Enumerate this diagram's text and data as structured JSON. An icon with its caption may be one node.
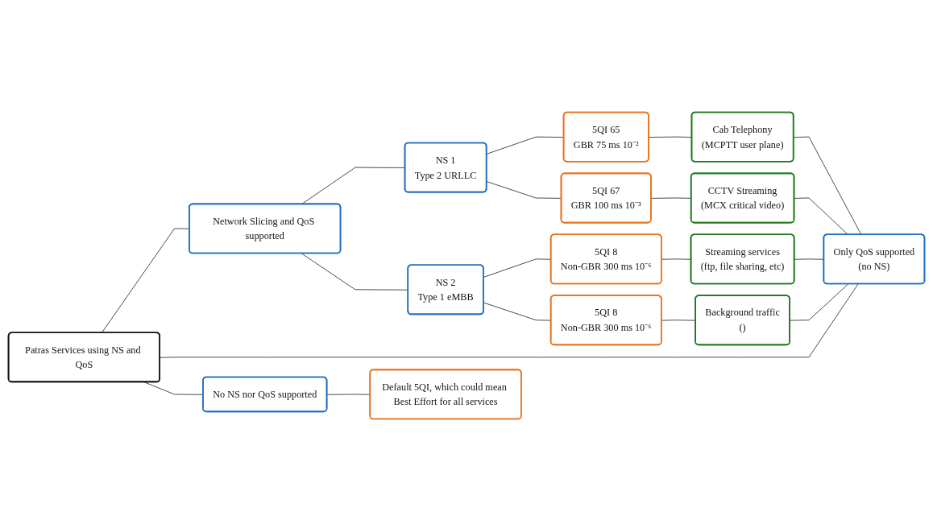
{
  "diagram": {
    "nodes": [
      {
        "text": [
          "Patras Services using NS and QoS"
        ]
      },
      {
        "text": [
          "Network Slicing and QoS supported"
        ]
      },
      {
        "text": [
          "Only QoS supported",
          "(no NS)"
        ]
      },
      {
        "text": [
          "No NS nor QoS supported"
        ]
      },
      {
        "text": [
          "NS 1",
          "Type 2 URLLC"
        ]
      },
      {
        "text": [
          "5QI 65",
          "GBR 75 ms 10⁻²"
        ]
      },
      {
        "text": [
          "5QI 67",
          "GBR 100 ms 10⁻³"
        ]
      },
      {
        "text": [
          "Cab Telephony",
          "(MCPTT user plane)"
        ]
      },
      {
        "text": [
          "CCTV Streaming",
          "(MCX critical video)"
        ]
      },
      {
        "text": [
          "NS 2",
          "Type 1 eMBB"
        ]
      },
      {
        "text": [
          "5QI 8",
          "Non-GBR 300 ms 10⁻⁶"
        ]
      },
      {
        "text": [
          "5QI 8",
          "Non-GBR 300 ms 10⁻⁶"
        ]
      },
      {
        "text": [
          "Streaming services",
          "(ftp, file sharing, etc)"
        ]
      },
      {
        "text": [
          "Background traffic",
          "()"
        ]
      },
      {
        "text": [
          "Default 5QI, which could mean Best Effort for all services"
        ]
      }
    ],
    "edges": [
      {
        "from": 0,
        "to": 1,
        "arrow": "none"
      },
      {
        "from": 0,
        "to": 2,
        "arrow": "none"
      },
      {
        "from": 0,
        "to": 3,
        "arrow": "none"
      },
      {
        "from": 1,
        "to": 4,
        "arrow": "none"
      },
      {
        "from": 1,
        "to": 9,
        "arrow": "none"
      },
      {
        "from": 4,
        "to": 5,
        "arrow": "none"
      },
      {
        "from": 4,
        "to": 6,
        "arrow": "none"
      },
      {
        "from": 9,
        "to": 10,
        "arrow": "none"
      },
      {
        "from": 9,
        "to": 11,
        "arrow": "none"
      },
      {
        "from": 5,
        "to": 7,
        "arrow": "none"
      },
      {
        "from": 6,
        "to": 8,
        "arrow": "none"
      },
      {
        "from": 10,
        "to": 12,
        "arrow": "none"
      },
      {
        "from": 11,
        "to": 13,
        "arrow": "none"
      },
      {
        "from": 2,
        "to": 7,
        "arrow": "none"
      },
      {
        "from": 2,
        "to": 8,
        "arrow": "none"
      },
      {
        "from": 2,
        "to": 12,
        "arrow": "none"
      },
      {
        "from": 2,
        "to": 13,
        "arrow": "none"
      },
      {
        "from": 3,
        "to": 14,
        "arrow": "none"
      }
    ]
  }
}
